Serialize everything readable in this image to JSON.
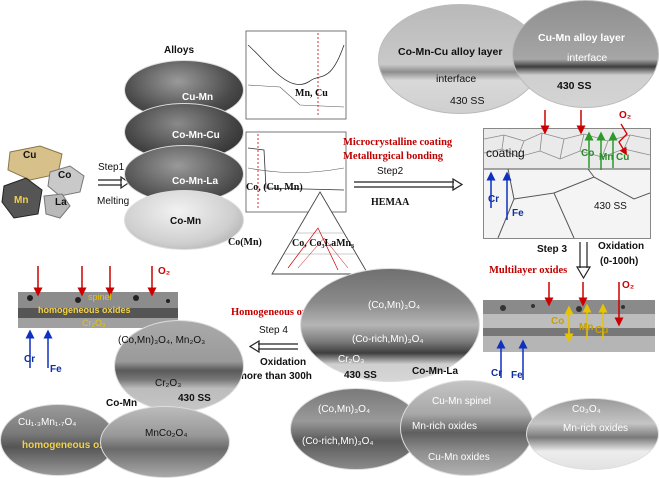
{
  "raw_elements": {
    "cu": "Cu",
    "co": "Co",
    "mn": "Mn",
    "la": "La"
  },
  "steps": {
    "step1": "Step1",
    "melting": "Melting",
    "step2": "Step2",
    "hemaa": "HEMAA",
    "step3": "Step 3",
    "oxidation_short": "Oxidation",
    "oxidation_time": "(0-100h)",
    "step4": "Step 4",
    "oxidation_long": "Oxidation",
    "oxidation_long_time": "more than 300h"
  },
  "alloys": {
    "title": "Alloys",
    "cu_mn": "Cu-Mn",
    "co_mn_cu": "Co-Mn-Cu",
    "co_mn_la": "Co-Mn-La",
    "co_mn": "Co-Mn"
  },
  "phase_diagrams": {
    "mn_cu": "Mn, Cu",
    "co_cu_mn": "Co, (Cu, Mn)",
    "co_mn": "Co(Mn)",
    "ternary": "Co, Co₃LaMn₃"
  },
  "red_titles": {
    "coating_line1": "Microcrystalline coating",
    "coating_line2": "Metallurgical bonding",
    "multilayer": "Multilayer oxides",
    "homogeneous": "Homogeneous oxides"
  },
  "sem_top": {
    "left_layer": "Co-Mn-Cu alloy layer",
    "left_interface": "interface",
    "left_substrate": "430 SS",
    "right_layer": "Cu-Mn alloy layer",
    "right_interface": "interface",
    "right_substrate": "430 SS"
  },
  "coating_schematic": {
    "coating": "coating",
    "substrate": "430 SS",
    "co": "Co",
    "mn": "Mn",
    "cu": "Cu",
    "cr": "Cr",
    "fe": "Fe",
    "o2": "O₂"
  },
  "multilayer_schematic": {
    "co": "Co",
    "mn": "Mn",
    "cu": "Cu",
    "cr": "Cr",
    "fe": "Fe",
    "o2": "O₂"
  },
  "homog_schematic": {
    "spinel": "spinel",
    "homog": "homogeneous oxides",
    "cr2o3": "Cr₂O₃",
    "cr": "Cr",
    "fe": "Fe",
    "o2": "O₂"
  },
  "sem_mid_left": {
    "l1": "(Co,Mn)₃O₄, Mn₂O₃",
    "l2": "Cr₂O₃",
    "l3": "430 SS"
  },
  "sem_mid_right": {
    "l1": "(Co,Mn)₃O₄",
    "l2": "(Co-rich,Mn)₃O₄",
    "l3": "Cr₂O₃",
    "l4": "430 SS",
    "l5": "Co-Mn-La"
  },
  "bottom_left": {
    "title": "Co-Mn",
    "l1": "Cu₁.₃Mn₁.₇O₄",
    "l2": "homogeneous oxides",
    "l3": "MnCo₂O₄"
  },
  "bottom_mid": {
    "l1": "(Co,Mn)₃O₄",
    "l2": "(Co-rich,Mn)₃O₄",
    "l3": "Cu-Mn spinel",
    "l4": "Mn-rich oxides",
    "l5": "Cu-Mn oxides"
  },
  "bottom_right": {
    "l1": "Co₃O₄",
    "l2": "Mn-rich oxides"
  }
}
